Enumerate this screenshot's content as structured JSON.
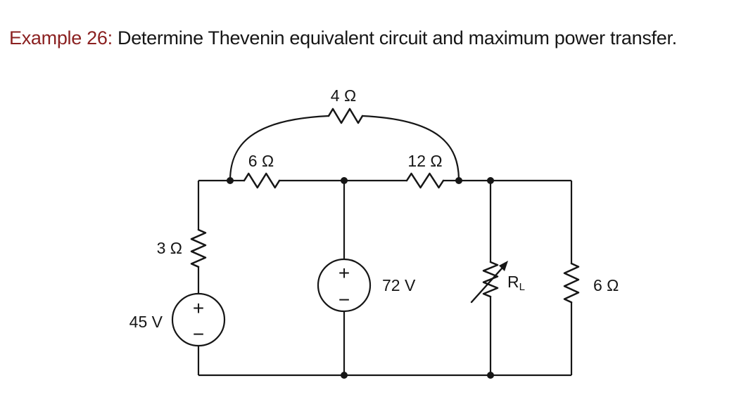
{
  "title": {
    "prefix": "Example 26:",
    "text": " Determine Thevenin equivalent circuit and maximum power transfer."
  },
  "colors": {
    "title_accent": "#8b2121",
    "ink": "#161616",
    "background": "#ffffff"
  },
  "circuit": {
    "resistors": {
      "bridge": {
        "label": "4 Ω"
      },
      "top_left": {
        "label": "6 Ω"
      },
      "top_right": {
        "label": "12 Ω"
      },
      "left": {
        "label": "3 Ω"
      },
      "right": {
        "label": "6 Ω"
      }
    },
    "load": {
      "base": "R",
      "subscript": "L"
    },
    "sources": {
      "left": {
        "label": "45 V",
        "plus": "+",
        "minus": "−"
      },
      "middle": {
        "label": "72 V",
        "plus": "+",
        "minus": "−"
      }
    }
  }
}
